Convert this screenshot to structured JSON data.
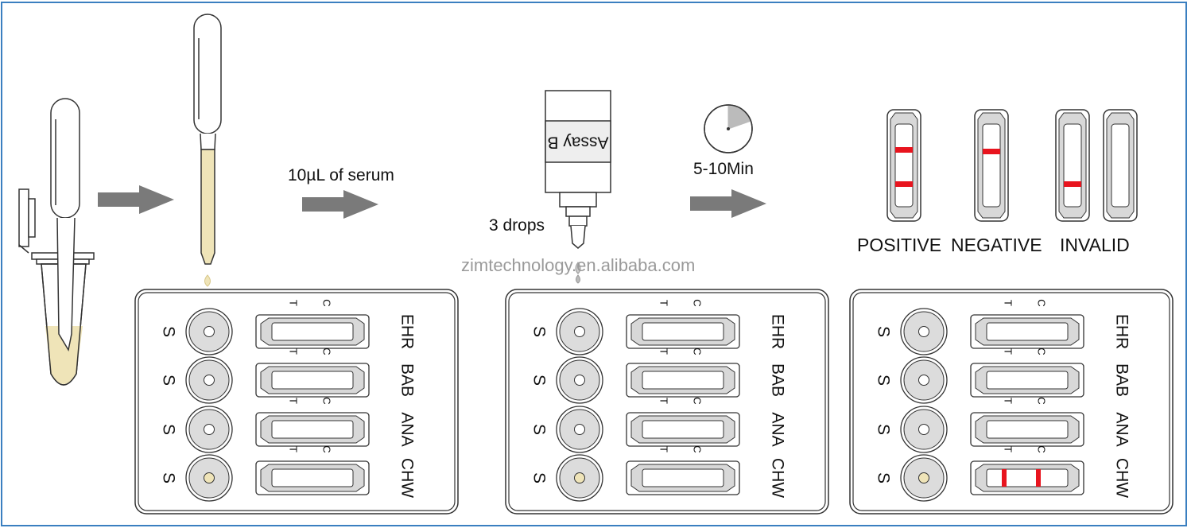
{
  "steps": {
    "serum_label": "10µL of serum",
    "drops_label": "3 drops",
    "bottle_label": "Assay B",
    "time_label": "5-10Min"
  },
  "results": {
    "positive": "POSITIVE",
    "negative": "NEGATIVE",
    "invalid": "INVALID"
  },
  "watermark": "zimtechnology.en.alibaba.com",
  "card": {
    "sample_label": "S",
    "test_label": "T",
    "control_label": "C",
    "rows": [
      "EHR",
      "BAB",
      "ANA",
      "CHW"
    ]
  },
  "colors": {
    "serum": "#efe4b8",
    "line_red": "#e8141e",
    "arrow": "#7a7a7a",
    "frame": "#3a7fc0"
  }
}
